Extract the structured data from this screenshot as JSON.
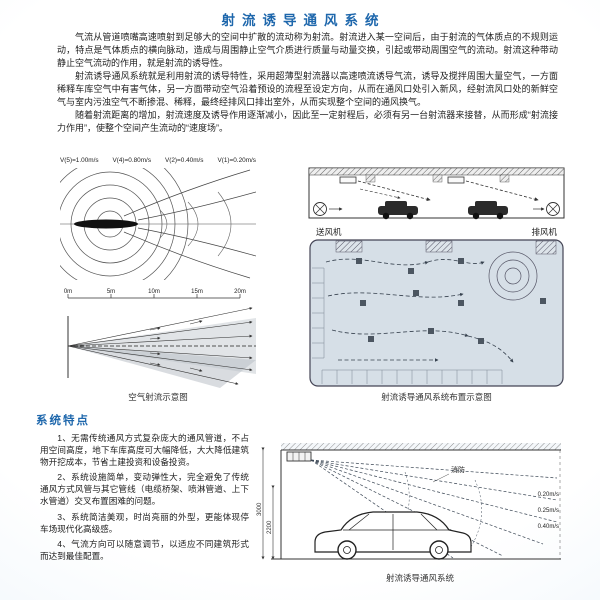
{
  "page": {
    "title": "射流诱导通风系统"
  },
  "intro": {
    "p1": "气流从管道喷嘴高速喷射到足够大的空间中扩散的流动称为射流。射流进入某一空间后，由于射流的气体质点的不规则运动，特点是气体质点的横向脉动，造成与周围静止空气介质进行质量与动量交换，引起或带动周围空气的流动。射流这种带动静止空气流动的作用，就是射流的诱导性。",
    "p2": "射流诱导通风系统就是利用射流的诱导特性，采用超薄型射流器以高速喷流诱导气流，诱导及搅拌周围大量空气，一方面稀释车库空气中有害气体，另一方面带动空气沿着预设的流程至设定方向，从而在通风口处引入新风，经射流风口处的新鲜空气与室内污浊空气不断掺混、稀释，最终经排风口排出室外，从而实现整个空间的通风换气。",
    "p3": "随着射流距离的增加，射流速度及诱导作用逐渐减小，因此至一定射程后，必须有另一台射流器来接替，从而形成“射流接力作用”，使整个空间产生流动的“速度场”。"
  },
  "figures": {
    "contour": {
      "velocity_labels": [
        "V(5)=1.00m/s",
        "V(4)=0.80m/s",
        "V(2)=0.40m/s",
        "V(1)=0.20m/s"
      ],
      "caption": "空气射流示意图"
    },
    "rays": {
      "scale": [
        "0m",
        "5m",
        "10m",
        "15m",
        "20m"
      ]
    },
    "section": {
      "supply_fan": "送风机",
      "exhaust_fan": "排风机"
    },
    "plan": {
      "caption": "射流诱导通风系统布置示意图"
    },
    "car": {
      "caption": "射流诱导通风系统",
      "fire_label": "消防",
      "velocities": [
        "0.20m/s",
        "0.25m/s",
        "0.40m/s"
      ],
      "dims": [
        "3000",
        "2200"
      ]
    }
  },
  "features": {
    "heading": "系统特点",
    "items": [
      "1、无需传统通风方式复杂庞大的通风管道，不占用空间高度，地下车库高度可大幅降低，大大降低建筑物开挖成本，节省土建投资和设备投资。",
      "2、系统设施简单，变动弹性大，完全避免了传统通风方式风管与其它管线（电缆桥架、喷淋管道、上下水管道）交叉布置困难的问题。",
      "3、系统简洁美观，时尚亮丽的外型，更能体现停车场现代化高级感。",
      "4、气流方向可以随意调节，以适应不同建筑形式而达到最佳配置。"
    ]
  }
}
